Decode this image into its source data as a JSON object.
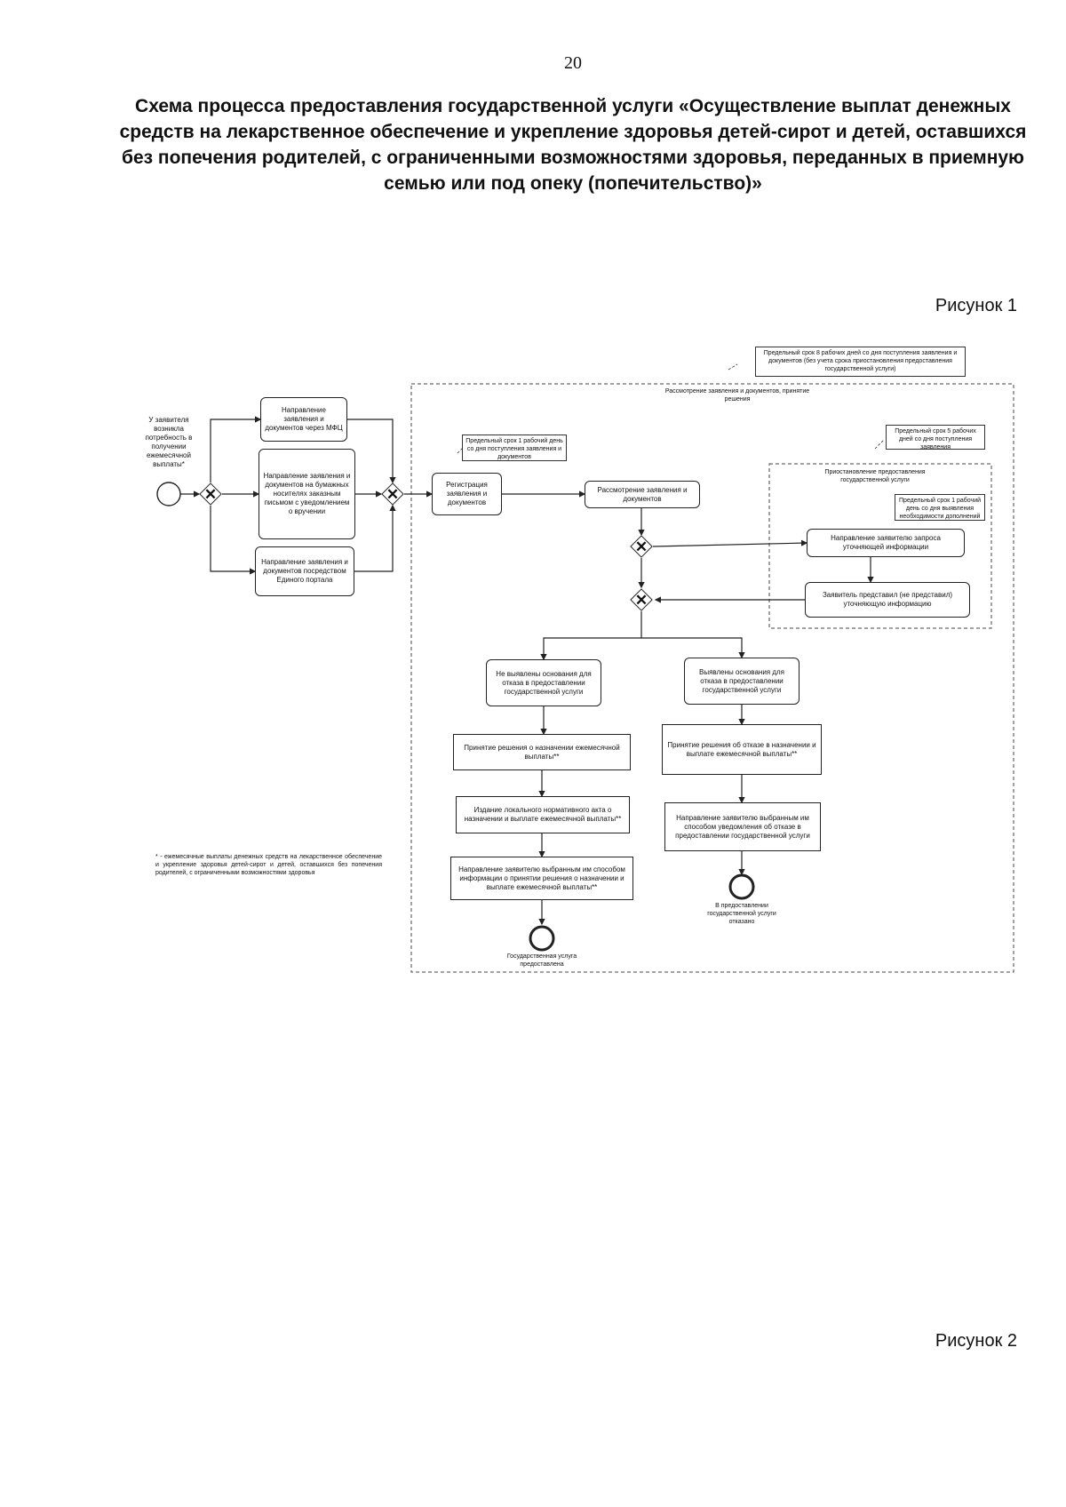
{
  "page_number": "20",
  "title": "Схема процесса предоставления государственной услуги «Осуществление выплат денежных средств на лекарственное обеспечение и укрепление здоровья детей-сирот и детей, оставшихся без попечения родителей, с ограниченными возможностями здоровья, переданных в приемную семью или под опеку (попечительство)»",
  "figure1_label": "Рисунок 1",
  "figure2_label": "Рисунок 2",
  "diagram": {
    "start_label": "У заявителя возникла потребность в получении ежемесячной выплаты*",
    "submit_mfc": "Направление заявления и документов через МФЦ",
    "submit_mail": "Направление заявления и документов на бумажных носителях заказным письмом с уведомлением о вручении",
    "submit_portal": "Направление заявления и документов посредством Единого портала",
    "deadline_note": "Предельный срок 8 рабочих дней со дня поступления заявления и документов (без учета срока приостановления предоставления государственной услуги)",
    "review_pool_label": "Рассмотрение заявления и документов, принятие решения",
    "registration_note": "Предельный срок 1 рабочий день со дня поступления заявления и документов",
    "registration": "Регистрация заявления и документов",
    "review": "Рассмотрение заявления и документов",
    "suspension_note": "Предельный срок 5 рабочих дней со дня поступления заявления",
    "suspension_pool_label": "Приостановление предоставления государственной услуги",
    "request_note": "Предельный срок 1 рабочий день со дня выявления необходимости дополнений",
    "request_info": "Направление заявителю запроса уточняющей информации",
    "provide_info": "Заявитель представил (не представил) уточняющую информацию",
    "no_grounds": "Не выявлены основания для отказа в предоставлении государственной услуги",
    "grounds_found": "Выявлены основания для отказа в предоставлении государственной услуги",
    "decision_assign": "Принятие решения о назначении ежемесячной выплаты**",
    "decision_refuse": "Принятие решения об отказе в назначении и выплате ежемесячной выплаты**",
    "local_act": "Издание локального нормативного акта о назначении и выплате ежемесячной выплаты**",
    "notify_refusal": "Направление заявителю выбранным им способом уведомления об отказе в предоставлении государственной услуги",
    "notify_assign": "Направление заявителю выбранным им способом информации о принятии решения о назначении и выплате ежемесячной выплаты**",
    "end_provided": "Государственная услуга предоставлена",
    "end_refused": "В предоставлении государственной услуги отказано",
    "footnote": "* - ежемесячные выплаты денежных средств на лекарственное обеспечение и укрепление здоровья детей-сирот и детей, оставшихся без попечения родителей, с ограниченными возможностями здоровья"
  }
}
